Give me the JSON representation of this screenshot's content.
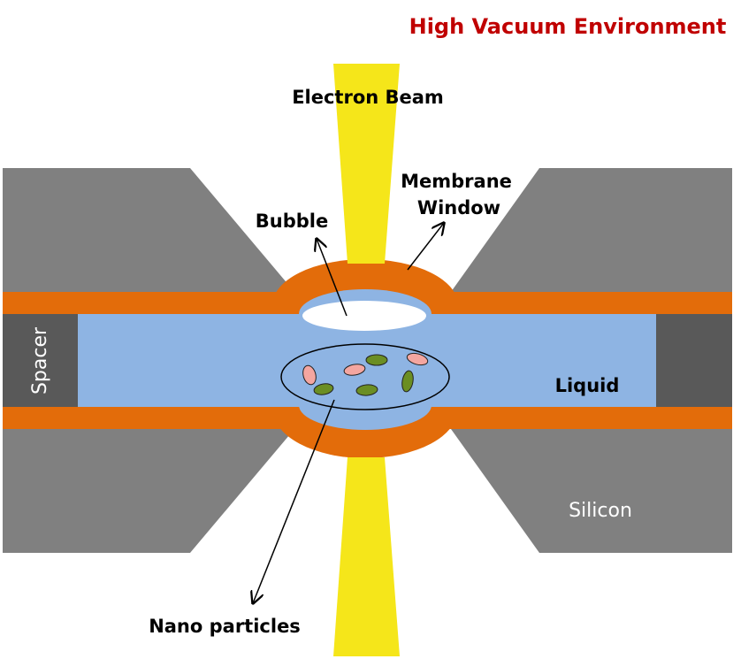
{
  "title": "High Vacuum Environment",
  "labels": {
    "electron_beam": "Electron Beam",
    "membrane_line1": "Membrane",
    "membrane_line2": "Window",
    "bubble": "Bubble",
    "spacer": "Spacer",
    "liquid": "Liquid",
    "silicon": "Silicon",
    "nano_particles": "Nano particles"
  },
  "colors": {
    "title": "#c00000",
    "silicon": "#808080",
    "spacer": "#595959",
    "membrane": "#e36c0a",
    "liquid": "#8eb4e3",
    "beam": "#f5e61a",
    "bubble": "#ffffff",
    "particle_pink": "#f4a6a0",
    "particle_green": "#6b8e23",
    "text": "#000000",
    "text_light": "#ffffff"
  }
}
